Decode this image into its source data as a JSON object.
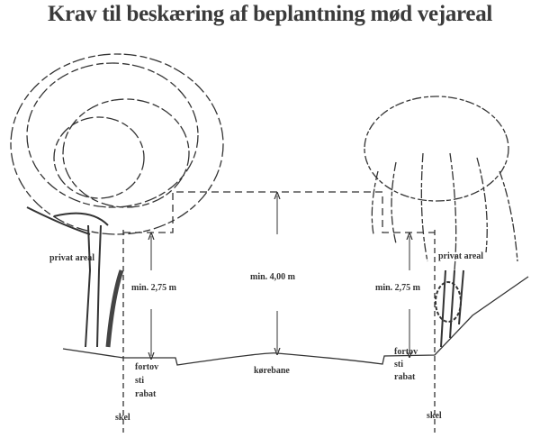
{
  "title": "Krav til beskæring af beplantning mød vejareal",
  "labels": {
    "private_left": "privat areal",
    "private_right": "privat areal",
    "clearance_left": "min. 2,75 m",
    "clearance_center": "min. 4,00 m",
    "clearance_right": "min. 2,75 m",
    "sidewalk_left": [
      "fortov",
      "sti",
      "rabat"
    ],
    "sidewalk_right": [
      "fortov",
      "sti",
      "rabat"
    ],
    "roadway": "kørebane",
    "boundary_left": "skel",
    "boundary_right": "skel"
  }
}
